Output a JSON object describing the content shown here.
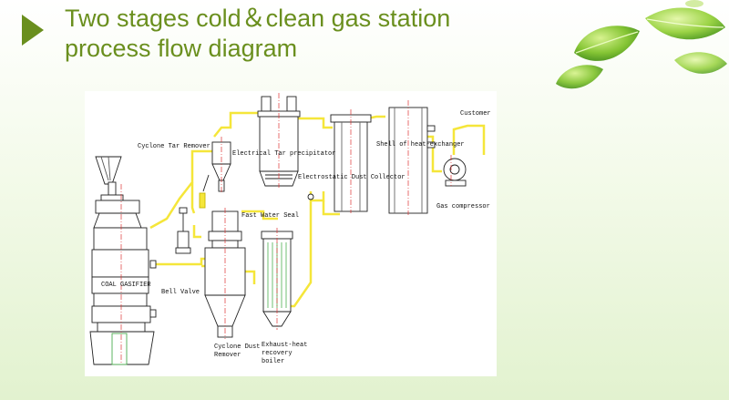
{
  "slide": {
    "title_line1": "Two stages cold＆clean gas station",
    "title_line2": "process flow diagram",
    "bullet_icon": "triangle-bullet-icon",
    "decoration_icon": "green-leaves-icon",
    "accent_color": "#6a8f1e",
    "pipe_color": "#f5e63a"
  },
  "diagram": {
    "labels": {
      "customer": "Customer",
      "cyclone_tar_remover": "Cyclone Tar Remover",
      "electrical_tar_precipitator": "Electrical Tar precipitator",
      "shell_heat_exchanger": "Shell of  heat-exchanger",
      "electrostatic_dust_collector": "Electrostatic Dust Collector",
      "gas_compressor": "Gas compressor",
      "fast_water_seal": "Fast Water Seal",
      "coal_gasifier": "COAL GASIFIER",
      "bell_valve": "Bell Valve",
      "cyclone_dust_remover_1": "Cyclone Dust",
      "cyclone_dust_remover_2": "Remover",
      "exhaust_heat_boiler_1": "Exhaust-heat",
      "exhaust_heat_boiler_2": "recovery",
      "exhaust_heat_boiler_3": "boiler"
    }
  }
}
